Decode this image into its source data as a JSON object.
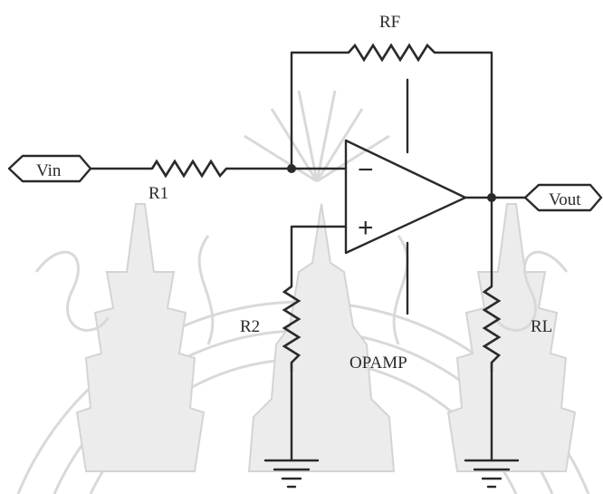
{
  "diagram": {
    "labels": {
      "rf": "RF",
      "r1": "R1",
      "r2": "R2",
      "rl": "RL",
      "opamp": "OPAMP",
      "vin": "Vin",
      "vout": "Vout",
      "minus": "−",
      "plus": "+"
    },
    "colors": {
      "line": "#2a2a2a",
      "watermark": "#d9d9d9",
      "background": "#ffffff"
    }
  }
}
